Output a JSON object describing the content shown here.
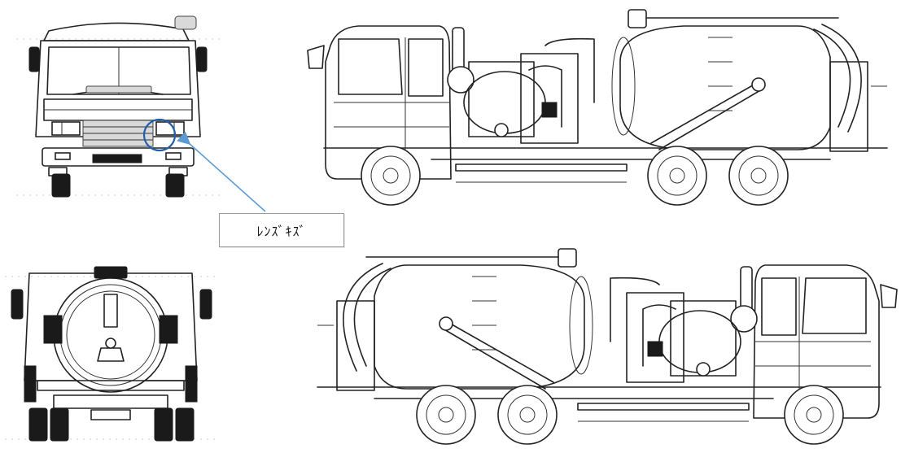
{
  "views": [
    {
      "id": "front",
      "label": "front-view"
    },
    {
      "id": "rear",
      "label": "rear-view"
    },
    {
      "id": "left",
      "label": "left-side-view"
    },
    {
      "id": "right",
      "label": "right-side-view"
    }
  ],
  "callout": {
    "text": "ﾚﾝｽﾞｷｽﾞ",
    "circle_color": "#1f5fa8",
    "arrow_color": "#5b9bd5"
  }
}
